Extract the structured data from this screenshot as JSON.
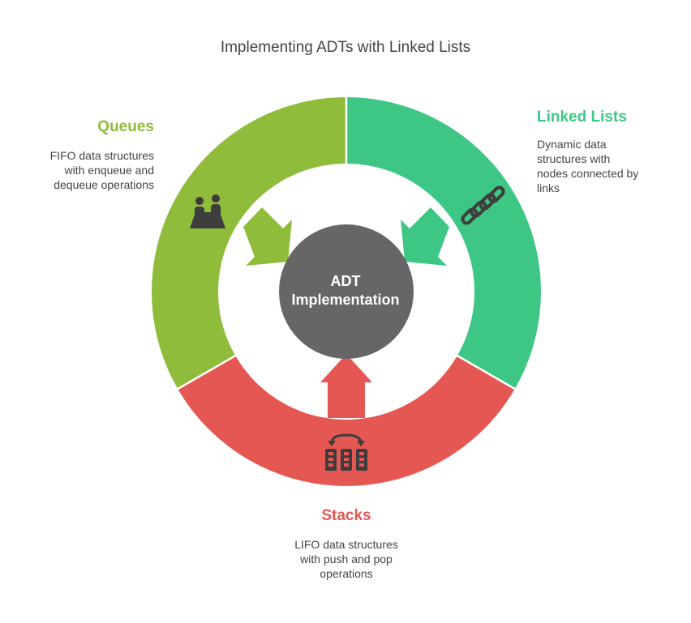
{
  "title": "Implementing ADTs with Linked Lists",
  "center": {
    "line1": "ADT",
    "line2": "Implementation",
    "color": "#666666"
  },
  "segments": {
    "queues": {
      "title": "Queues",
      "desc": [
        "FIFO data structures",
        "with enqueue and",
        "dequeue operations"
      ],
      "color": "#8fbc3b",
      "icon": "people-queue-icon"
    },
    "linked_lists": {
      "title": "Linked Lists",
      "desc": [
        "Dynamic data",
        "structures with",
        "nodes connected by",
        "links"
      ],
      "color": "#3ec784",
      "icon": "chain-link-icon"
    },
    "stacks": {
      "title": "Stacks",
      "desc": [
        "LIFO data structures",
        "with push and pop",
        "operations"
      ],
      "color": "#e45753",
      "icon": "stack-blocks-icon"
    }
  }
}
